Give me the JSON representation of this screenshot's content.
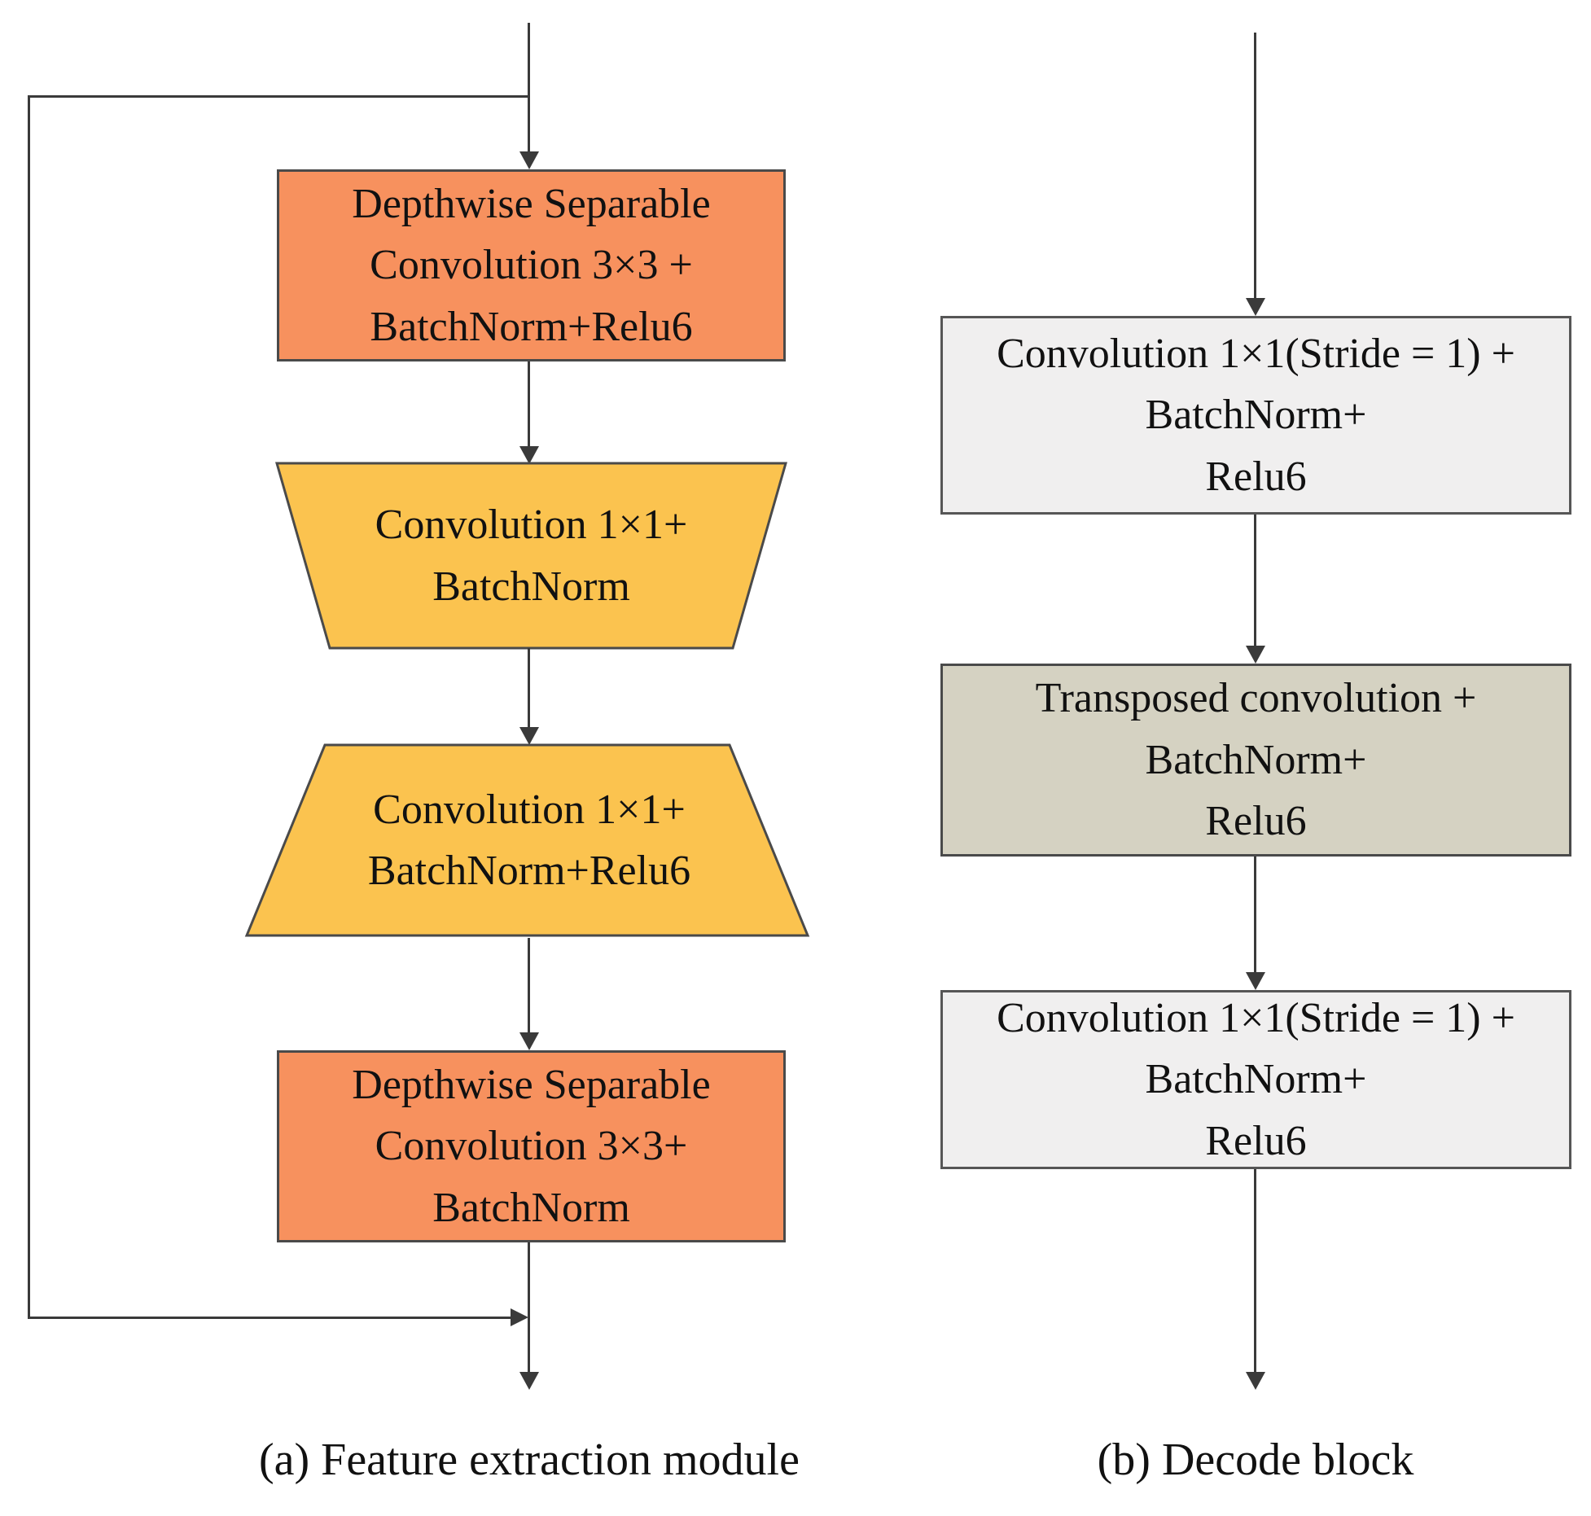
{
  "figure": {
    "left": {
      "caption": "(a) Feature extraction module",
      "block1": "Depthwise Separable\nConvolution 3×3 +\nBatchNorm+Relu6",
      "trap1": "Convolution 1×1+\nBatchNorm",
      "trap2": "Convolution 1×1+\nBatchNorm+Relu6",
      "block2": "Depthwise Separable\nConvolution 3×3+\nBatchNorm"
    },
    "right": {
      "caption": "(b) Decode block",
      "block1": "Convolution 1×1(Stride = 1) +\nBatchNorm+\nRelu6",
      "block2": "Transposed convolution +\nBatchNorm+\nRelu6",
      "block3": "Convolution 1×1(Stride = 1) +\nBatchNorm+\nRelu6"
    },
    "colors": {
      "orange": "#F7915E",
      "yellow": "#FBC34F",
      "lightgray": "#F0EFEF",
      "tan": "#D5D2C2",
      "line": "#3a3a3a",
      "border": "#4a4a4a"
    }
  }
}
